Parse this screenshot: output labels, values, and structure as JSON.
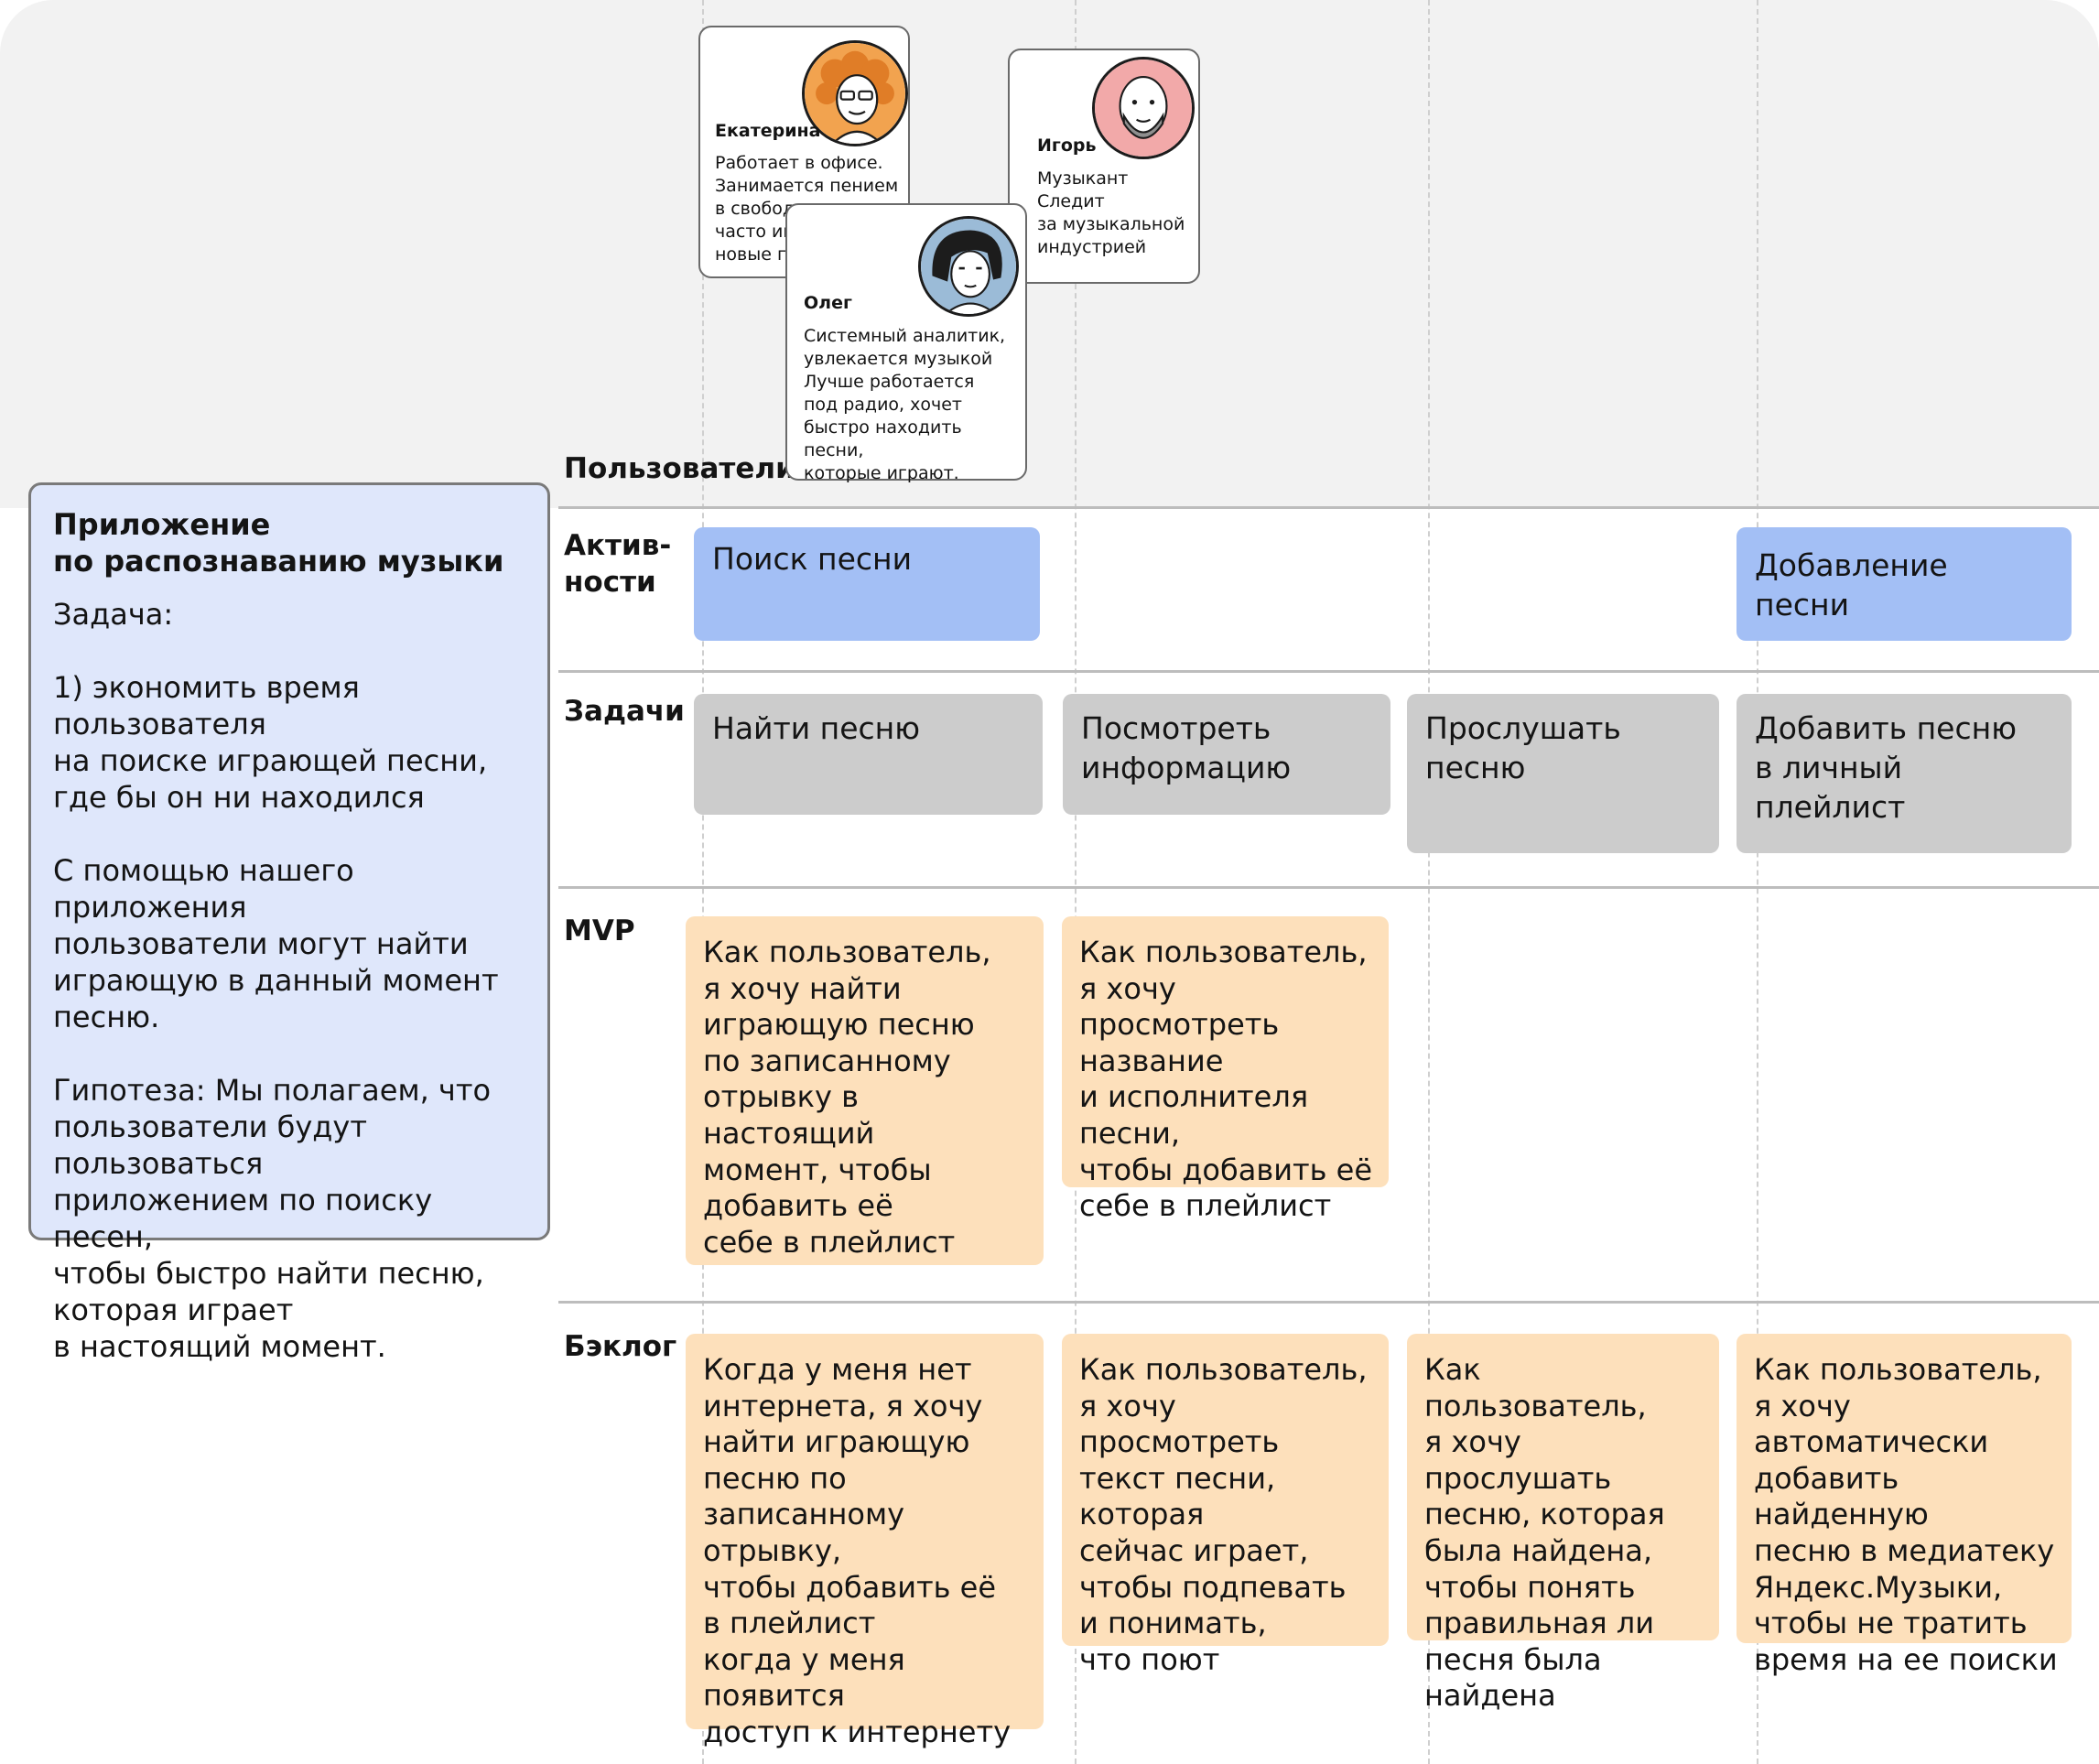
{
  "rows": {
    "users": "Пользователи",
    "activities": "Актив-\nности",
    "tasks": "Задачи",
    "mvp": "MVP",
    "backlog": "Бэклог"
  },
  "personas": [
    {
      "name": "Екатерина",
      "desc": "Работает в офисе.\nЗанимается пением\nв свободное время,\nчасто ищет\n      новые песни",
      "avatar_color": "#f2a34f"
    },
    {
      "name": "Олег",
      "desc": "Системный аналитик,\nувлекается музыкой\nЛучше работается\nпод радио, хочет\nбыстро находить песни,\nкоторые играют.",
      "avatar_color": "#9bbbd7"
    },
    {
      "name": "Игорь",
      "desc": "Музыкант\nСледит\nза музыкальной\nиндустрией",
      "avatar_color": "#f2a9a9"
    }
  ],
  "summary": {
    "title": "Приложение\nпо распознаванию музыки",
    "body": "Задача:\n\n1) экономить время пользователя\nна поиске играющей песни,\nгде бы он ни находился\n\nС помощью нашего приложения\nпользователи могут найти\nиграющую в данный момент\nпесню.\n\nГипотеза: Мы полагаем, что\nпользователи будут пользоваться\nприложением по поиску песен,\nчтобы быстро найти песню,\nкоторая играет\nв настоящий момент."
  },
  "activities": [
    "Поиск песни",
    "Добавление\nпесни"
  ],
  "tasks": [
    "Найти песню",
    "Посмотреть\nинформацию",
    "Прослушать\nпесню",
    "Добавить песню\nв личный плейлист"
  ],
  "mvp": [
    "Как пользователь,\nя хочу найти\nиграющую песню\nпо записанному\nотрывку в настоящий\nмомент, чтобы\nдобавить её\nсебе в плейлист",
    "Как пользователь,\nя хочу просмотреть\nназвание\nи исполнителя песни,\nчтобы добавить её\nсебе в плейлист"
  ],
  "backlog": [
    "Когда у меня нет\nинтернета, я хочу\nнайти играющую\nпесню по\nзаписанному отрывку,\nчтобы добавить её\nв плейлист\nкогда у меня появится\nдоступ к интернету",
    "Как пользователь,\nя хочу просмотреть\nтекст песни, которая\nсейчас играет,\nчтобы подпевать\nи понимать,\nчто поют",
    "Как пользователь,\nя хочу прослушать\nпесню, которая\nбыла найдена,\nчтобы понять\nправильная ли\nпесня была найдена",
    "Как пользователь,\nя хочу автоматически\nдобавить найденную\nпесню в медиатеку\nЯндекс.Музыки,\nчтобы не тратить\nвремя на ее поиски"
  ],
  "colors": {
    "activity": "#a3bff5",
    "task": "#cccccc",
    "story": "#fde0bb",
    "summary": "#dfe7fb"
  }
}
